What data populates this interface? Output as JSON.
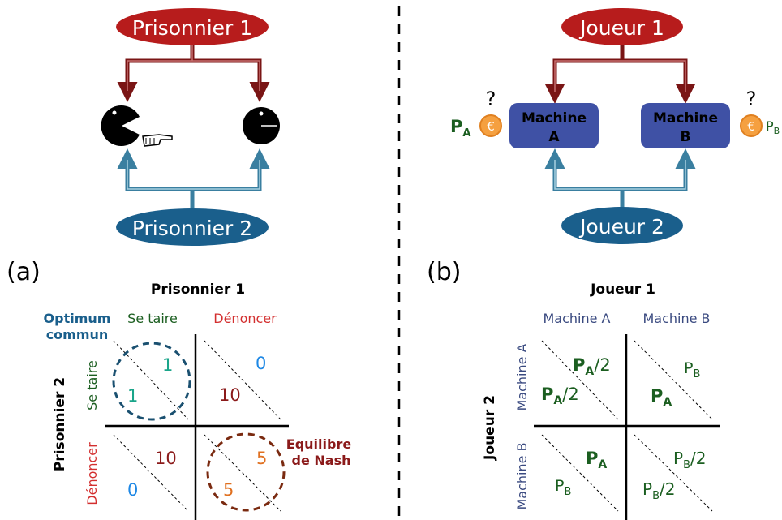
{
  "panel_a": {
    "label": "(a)",
    "top_player": "Prisonnier 1",
    "bottom_player": "Prisonnier 2",
    "table_title": "Prisonnier 1",
    "row_title": "Prisonnier 2",
    "col_cooperate": "Se taire",
    "col_defect": "Dénoncer",
    "row_cooperate": "Se taire",
    "row_defect": "Dénoncer",
    "optimum_line1": "Optimum",
    "optimum_line2": "commun",
    "nash_line1": "Equilibre",
    "nash_line2": "de Nash",
    "cells": {
      "cc_p1": "1",
      "cc_p2": "1",
      "cd_p1": "0",
      "cd_p2": "10",
      "dc_p1": "10",
      "dc_p2": "0",
      "dd_p1": "5",
      "dd_p2": "5"
    }
  },
  "panel_b": {
    "label": "(b)",
    "top_player": "Joueur 1",
    "bottom_player": "Joueur 2",
    "machine_a_line1": "Machine",
    "machine_a_line2": "A",
    "machine_b_line1": "Machine",
    "machine_b_line2": "B",
    "question_mark": "?",
    "pa_main": "P",
    "pa_sub": "A",
    "pb_main": "P",
    "pb_sub": "B",
    "table_title": "Joueur 1",
    "row_title": "Joueur 2",
    "col_a": "Machine A",
    "col_b": "Machine B",
    "row_a": "Machine A",
    "row_b": "Machine B",
    "half": "/2"
  },
  "colors": {
    "red": "#b71c1c",
    "dark_red": "#8b1a1a",
    "blue": "#1a5f8c",
    "light_blue": "#4a8fb0",
    "green": "#1b5e20",
    "machine_blue": "#3f51a5",
    "teal": "#1aa58a",
    "sky": "#1e88e5",
    "orange": "#e07020",
    "coin": "#f5a040"
  }
}
